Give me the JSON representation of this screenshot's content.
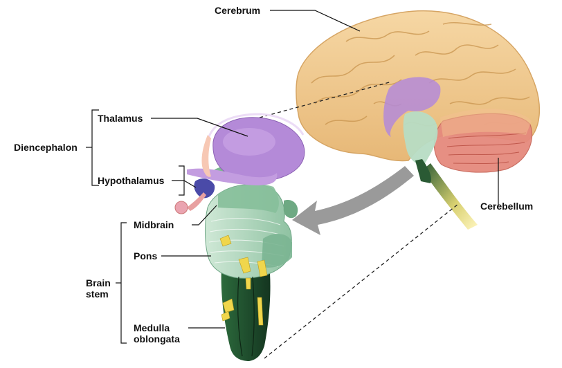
{
  "labels": {
    "cerebrum": "Cerebrum",
    "thalamus": "Thalamus",
    "diencephalon": "Diencephalon",
    "hypothalamus": "Hypothalamus",
    "midbrain": "Midbrain",
    "pons": "Pons",
    "cerebellum": "Cerebellum",
    "brain_stem": [
      "Brain",
      "stem"
    ],
    "medulla_oblongata": [
      "Medulla",
      "oblongata"
    ]
  },
  "colors": {
    "cerebrum": "#f0c488",
    "cerebellum": "#e8867a",
    "thalamus": "#b68cd8",
    "brainstem": "#a8d4b8",
    "medulla": "#1e4a2a",
    "arrow": "#9a9a9a",
    "nerves": "#e8d040"
  }
}
